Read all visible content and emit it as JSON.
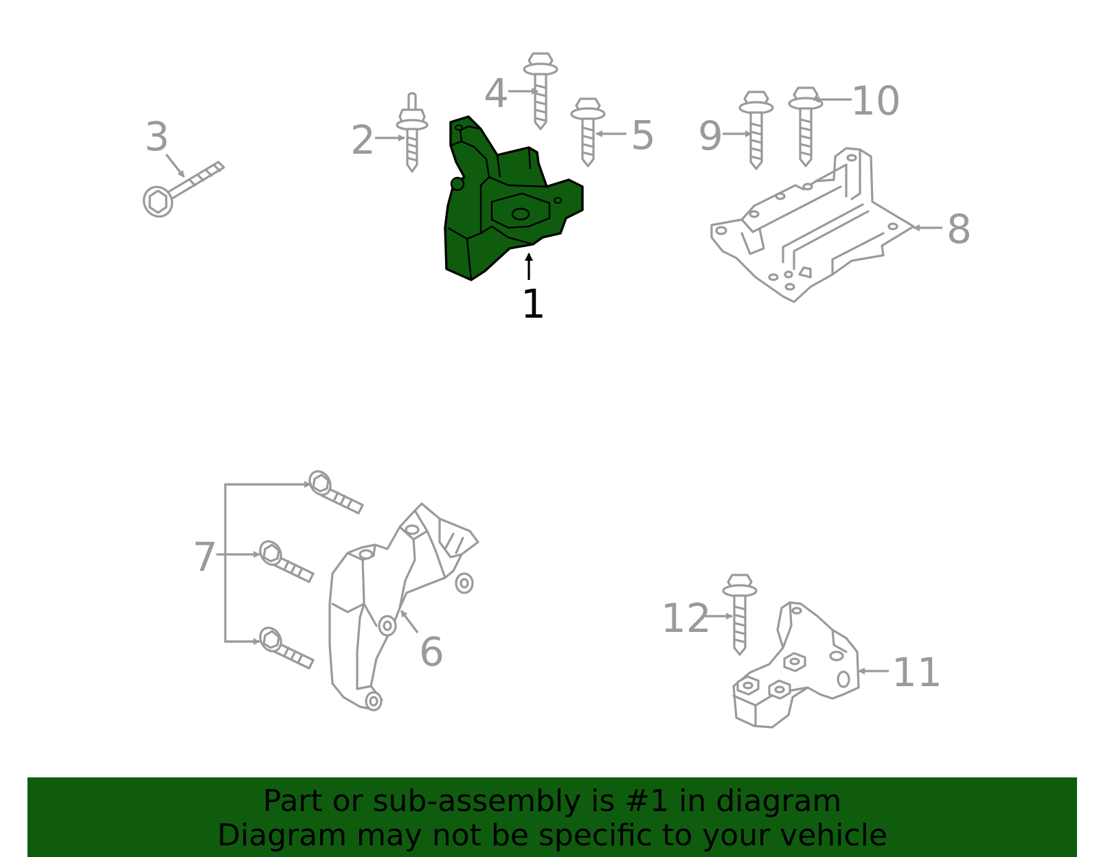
{
  "colors": {
    "highlight": "#0f5c0f",
    "line": "#9a9a9a",
    "text_highlight": "#000000"
  },
  "diagram": {
    "highlighted_part": "1",
    "callouts": [
      "1",
      "2",
      "3",
      "4",
      "5",
      "6",
      "7",
      "8",
      "9",
      "10",
      "11",
      "12"
    ]
  },
  "banner": {
    "line1": "Part or sub-assembly is #1 in diagram",
    "line2": "Diagram may not be specific to your vehicle"
  }
}
